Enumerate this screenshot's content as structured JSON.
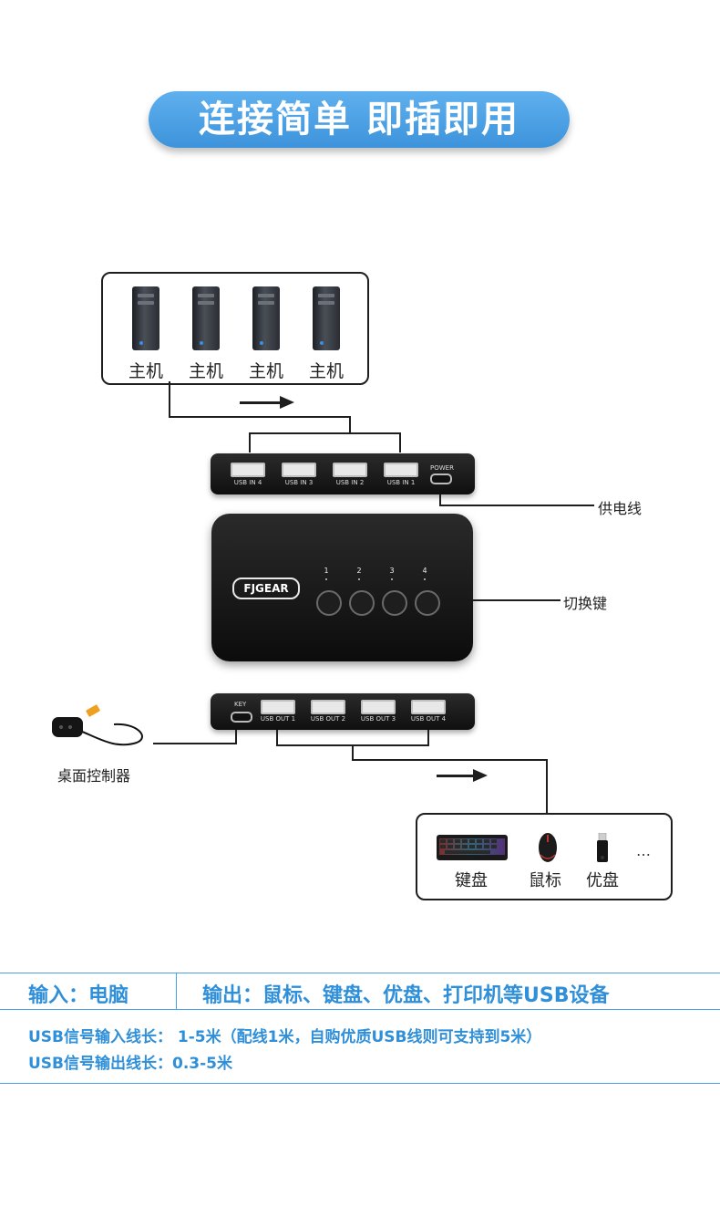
{
  "banner": {
    "title": "连接简单 即插即用"
  },
  "hosts": {
    "labels": [
      "主机",
      "主机",
      "主机",
      "主机"
    ]
  },
  "input_panel": {
    "power_label": "POWER",
    "ports": [
      "USB IN 4",
      "USB IN 3",
      "USB IN 2",
      "USB IN 1"
    ]
  },
  "main_unit": {
    "brand": "FJGEAR",
    "buttons": [
      "1",
      "2",
      "3",
      "4"
    ]
  },
  "output_panel": {
    "key_label": "KEY",
    "ports": [
      "USB OUT 1",
      "USB OUT 2",
      "USB OUT 3",
      "USB OUT 4"
    ]
  },
  "callouts": {
    "power_cable": "供电线",
    "switch_key": "切换键",
    "desktop_controller": "桌面控制器"
  },
  "peripherals": {
    "labels": [
      "键盘",
      "鼠标",
      "优盘"
    ],
    "ellipsis": "…"
  },
  "specs": {
    "input_cell": "输入：电脑",
    "output_cell": "输出：鼠标、键盘、优盘、打印机等USB设备",
    "line1": "USB信号输入线长： 1-5米（配线1米，自购优质USB线则可支持到5米）",
    "line2": "USB信号输出线长：0.3-5米"
  },
  "colors": {
    "accent": "#3d93db",
    "text_blue": "#2f8fd8",
    "device": "#111111"
  }
}
